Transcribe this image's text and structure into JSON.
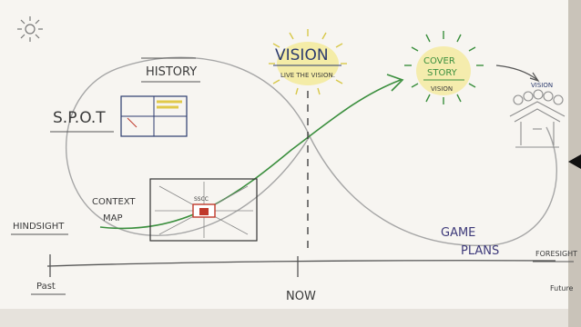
{
  "labels": {
    "history": "HISTORY",
    "spot": "S.P.O.T",
    "context_map_line1": "CONTEXT",
    "context_map_line2": "MAP",
    "hindsight": "HINDSIGHT",
    "past": "Past",
    "now": "NOW",
    "vision": "VISION",
    "vision_sub": "LIVE THE VISION.",
    "cover_story_line1": "COVER",
    "cover_story_line2": "STORY",
    "cover_story_sub": "VISION",
    "game_plans_line1": "GAME",
    "game_plans_line2": "PLANS",
    "foresight": "FORESIGHT",
    "future": "Future",
    "vision_small": "VISION",
    "sscc": "SSCC"
  },
  "colors": {
    "paper": "#f7f5f1",
    "ink": "#3a3a3a",
    "sun_yellow": "#f3e46a",
    "green": "#3b8f3e",
    "navy": "#2c3b6e",
    "purple": "#3e3a7a",
    "gray": "#9a9a9a",
    "red": "#c0392b"
  }
}
